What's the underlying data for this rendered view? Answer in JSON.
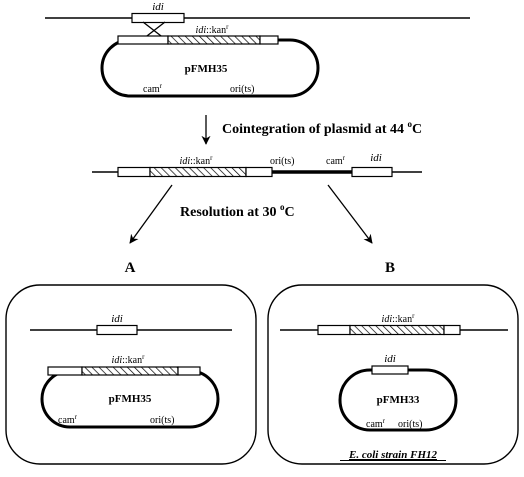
{
  "panel1": {
    "chromosome_gene": "idi",
    "plasmid_insert_label": "idi",
    "plasmid_insert_suffix": "::kan",
    "plasmid_insert_sup": "r",
    "plasmid_name": "pFMH35",
    "cam_label": "cam",
    "cam_sup": "r",
    "ori_label": "ori(ts)"
  },
  "step1": {
    "text": "Cointegration of plasmid at 44 ",
    "sup": "o",
    "suffix": "C"
  },
  "cointegrate": {
    "insert_label": "idi",
    "insert_suffix": "::kan",
    "insert_sup": "r",
    "ori_label": "ori(ts)",
    "cam_label": "cam",
    "cam_sup": "r",
    "gene_label": "idi"
  },
  "step2": {
    "text": "Resolution at 30 ",
    "sup": "o",
    "suffix": "C"
  },
  "panelA": {
    "letter": "A",
    "chromosome_gene": "idi",
    "plasmid_insert_label": "idi",
    "plasmid_insert_suffix": "::kan",
    "plasmid_insert_sup": "r",
    "plasmid_name": "pFMH35",
    "cam_label": "cam",
    "cam_sup": "r",
    "ori_label": "ori(ts)"
  },
  "panelB": {
    "letter": "B",
    "chromosome_insert_label": "idi",
    "chromosome_insert_suffix": "::kan",
    "chromosome_insert_sup": "r",
    "plasmid_gene": "idi",
    "plasmid_name": "pFMH33",
    "cam_label": "cam",
    "cam_sup": "r",
    "ori_label": "ori(ts)",
    "strain_label": "E. coli strain FH12"
  }
}
